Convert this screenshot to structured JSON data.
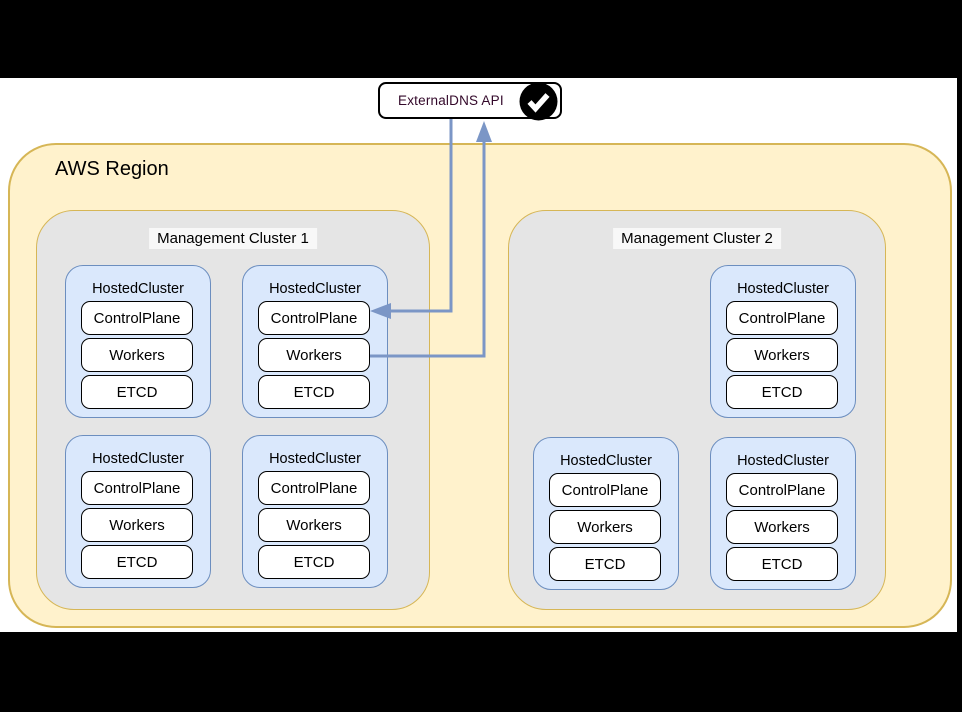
{
  "external_dns": {
    "label": "ExternalDNS API",
    "icon": "checkmark-circle-icon"
  },
  "aws_region": {
    "label": "AWS Region"
  },
  "management_clusters": [
    {
      "label": "Management Cluster 1",
      "hosted_cluster_count": 4
    },
    {
      "label": "Management Cluster 2",
      "hosted_cluster_count": 3
    }
  ],
  "hosted_cluster": {
    "title": "HostedCluster",
    "components": [
      "ControlPlane",
      "Workers",
      "ETCD"
    ]
  },
  "connections": [
    {
      "from": "ExternalDNS API",
      "to": "ControlPlane",
      "arrow_points_at": "ControlPlane"
    },
    {
      "from": "Workers",
      "to": "ExternalDNS API",
      "arrow_points_at": "ExternalDNS API"
    }
  ],
  "colors": {
    "frame_bars": "#000000",
    "region_fill": "#FFF2CC",
    "region_border": "#D6B656",
    "cluster_fill": "#E5E5E5",
    "cluster_border": "#D6B656",
    "hosted_fill": "#DAE8FC",
    "hosted_border": "#6C8EBF",
    "component_fill": "#FFFFFF",
    "component_border": "#000000",
    "connector": "#7B96C6",
    "externaldns_text": "#33082A"
  }
}
